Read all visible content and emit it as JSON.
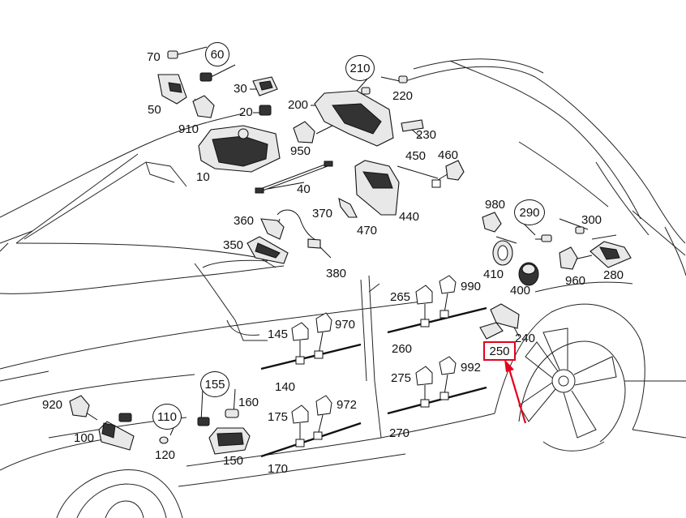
{
  "diagram": {
    "labels": {
      "p10": "10",
      "p20": "20",
      "p30": "30",
      "p40": "40",
      "p50": "50",
      "p70": "70",
      "p100": "100",
      "p120": "120",
      "p140": "140",
      "p145": "145",
      "p150": "150",
      "p160": "160",
      "p170": "170",
      "p175": "175",
      "p200": "200",
      "p220": "220",
      "p230": "230",
      "p240": "240",
      "p260": "260",
      "p265": "265",
      "p270": "270",
      "p275": "275",
      "p280": "280",
      "p300": "300",
      "p350": "350",
      "p360": "360",
      "p370": "370",
      "p380": "380",
      "p400": "400",
      "p410": "410",
      "p440": "440",
      "p450": "450",
      "p460": "460",
      "p470": "470",
      "p910": "910",
      "p920": "920",
      "p950": "950",
      "p960": "960",
      "p970": "970",
      "p972": "972",
      "p980": "980",
      "p990": "990",
      "p992": "992"
    },
    "circled": {
      "c60": "60",
      "c110": "110",
      "c155": "155",
      "c210": "210",
      "c290": "290"
    },
    "highlighted": {
      "h250": "250"
    },
    "colors": {
      "line": "#111111",
      "highlight": "#e3001b",
      "background": "#ffffff"
    }
  }
}
